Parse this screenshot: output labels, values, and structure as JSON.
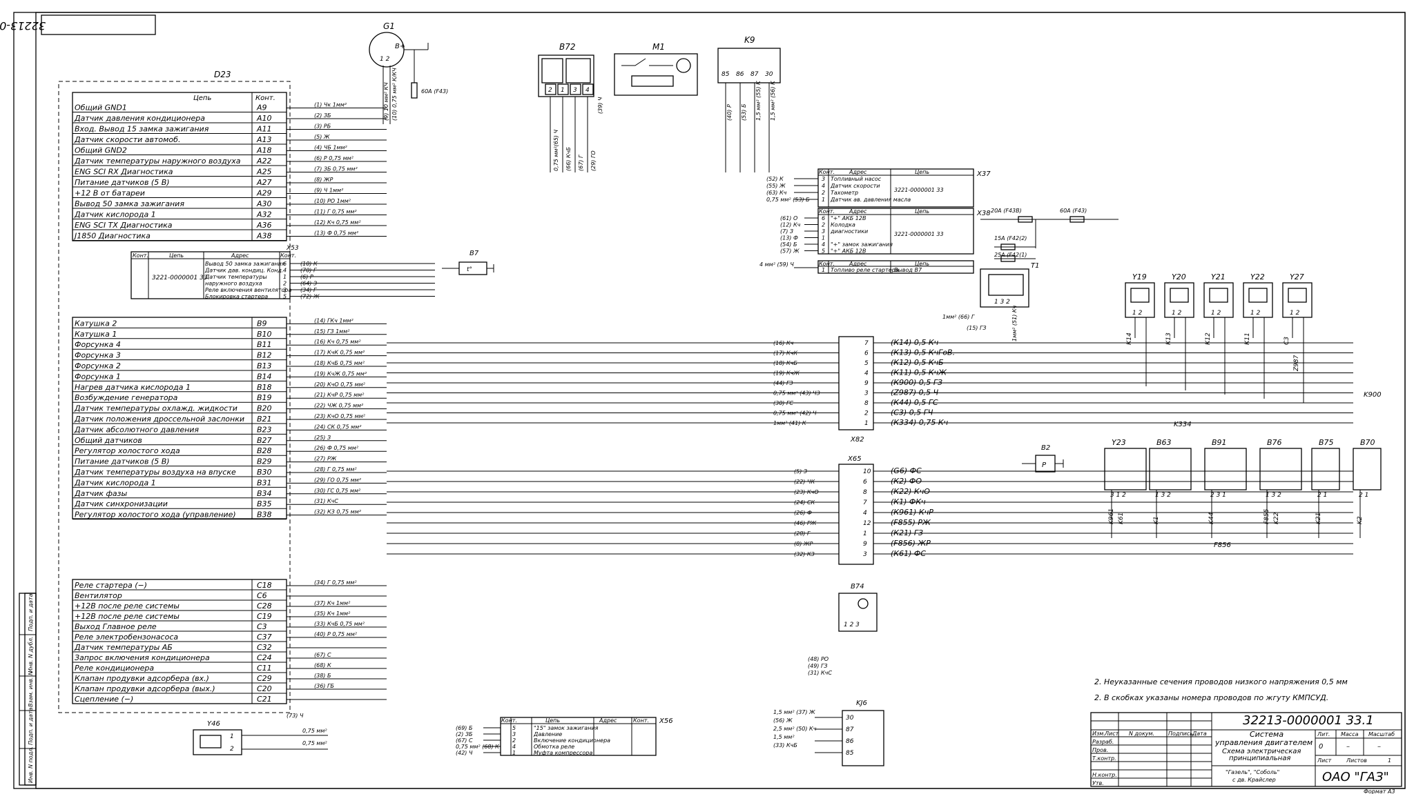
{
  "doc_code": "32213-0000001 33.1",
  "d23": {
    "title": "D23",
    "col_circuit": "Цепь",
    "col_contact": "Конт.",
    "group1": [
      {
        "name": "Общий GND1",
        "pin": "A9",
        "wire": "(1) Чк 1мм²"
      },
      {
        "name": "Датчик давления кондиционера",
        "pin": "A10",
        "wire": "(2) ЗБ"
      },
      {
        "name": "Вход. Вывод 15 замка зажигания",
        "pin": "A11",
        "wire": "(3) РБ"
      },
      {
        "name": "Датчик скорости автомоб.",
        "pin": "A13",
        "wire": "(5) Ж"
      },
      {
        "name": "Общий GND2",
        "pin": "A18",
        "wire": "(4) ЧБ 1мм²"
      },
      {
        "name": "Датчик температуры наружного воздуха",
        "pin": "A22",
        "wire": "(6) Р 0,75 мм²"
      },
      {
        "name": "ENG SCI RX Диагностика",
        "pin": "A25",
        "wire": "(7) ЗБ 0,75 мм²"
      },
      {
        "name": "Питание датчиков (5 В)",
        "pin": "A27",
        "wire": "(8) ЖР"
      },
      {
        "name": "+12 В от батареи",
        "pin": "A29",
        "wire": "(9) Ч 1мм²"
      },
      {
        "name": "Вывод 50 замка зажигания",
        "pin": "A30",
        "wire": "(10) РО 1мм²"
      },
      {
        "name": "Датчик кислорода 1",
        "pin": "A32",
        "wire": "(11) Г 0,75 мм²"
      },
      {
        "name": "ENG SCI TX Диагностика",
        "pin": "A36",
        "wire": "(12) Кч 0,75 мм²"
      },
      {
        "name": "J1850 Диагностика",
        "pin": "A38",
        "wire": "(13) Ф 0,75 мм²"
      }
    ],
    "group2": [
      {
        "name": "Катушка 2",
        "pin": "B9",
        "wire": "(14) ГКч 1мм²"
      },
      {
        "name": "Катушка 1",
        "pin": "B10",
        "wire": "(15) ГЗ 1мм²"
      },
      {
        "name": "Форсунка 4",
        "pin": "B11",
        "wire": "(16) Кч 0,75 мм²"
      },
      {
        "name": "Форсунка 3",
        "pin": "B12",
        "wire": "(17) КчК 0,75 мм²"
      },
      {
        "name": "Форсунка 2",
        "pin": "B13",
        "wire": "(18) КчБ 0,75 мм²"
      },
      {
        "name": "Форсунка 1",
        "pin": "B14",
        "wire": "(19) КчЖ 0,75 мм²"
      },
      {
        "name": "Нагрев датчика кислорода 1",
        "pin": "B18",
        "wire": "(20) КчО 0,75 мм²"
      },
      {
        "name": "Возбуждение генератора",
        "pin": "B19",
        "wire": "(21) КчР 0,75 мм²"
      },
      {
        "name": "Датчик температуры охлажд. жидкости",
        "pin": "B20",
        "wire": "(22) ЧЖ 0,75 мм²"
      },
      {
        "name": "Датчик положения дроссельной заслонки",
        "pin": "B21",
        "wire": "(23) КчО 0,75 мм²"
      },
      {
        "name": "Датчик абсолютного давления",
        "pin": "B23",
        "wire": "(24) СК 0,75 мм²"
      },
      {
        "name": "Общий датчиков",
        "pin": "B27",
        "wire": "(25) З"
      },
      {
        "name": "Регулятор холостого хода",
        "pin": "B28",
        "wire": "(26) Ф 0,75 мм²"
      },
      {
        "name": "Питание датчиков (5 В)",
        "pin": "B29",
        "wire": "(27) РЖ"
      },
      {
        "name": "Датчик температуры воздуха на впуске",
        "pin": "B30",
        "wire": "(28) Г 0,75 мм²"
      },
      {
        "name": "Датчик кислорода 1",
        "pin": "B31",
        "wire": "(29) ГО 0,75 мм²"
      },
      {
        "name": "Датчик фазы",
        "pin": "B34",
        "wire": "(30) ГС 0,75 мм²"
      },
      {
        "name": "Датчик синхронизации",
        "pin": "B35",
        "wire": "(31) КчС"
      },
      {
        "name": "Регулятор холостого хода (управление)",
        "pin": "B38",
        "wire": "(32) КЗ 0,75 мм²"
      }
    ],
    "group3": [
      {
        "name": "Реле стартера (−)",
        "pin": "C18",
        "wire": "(34) Г 0,75 мм²"
      },
      {
        "name": "Вентилятор",
        "pin": "C6",
        "wire": ""
      },
      {
        "name": "+12В после реле системы",
        "pin": "C28",
        "wire": "(37) Кч 1мм²"
      },
      {
        "name": "+12В после реле системы",
        "pin": "C19",
        "wire": "(35) Кч 1мм²"
      },
      {
        "name": "Выход Главное реле",
        "pin": "C3",
        "wire": "(33) КчБ 0,75 мм²"
      },
      {
        "name": "Реле электробензонасоса",
        "pin": "C37",
        "wire": "(40) Р 0,75 мм²"
      },
      {
        "name": "Датчик температуры АБ",
        "pin": "C32",
        "wire": ""
      },
      {
        "name": "Запрос включения кондиционера",
        "pin": "C24",
        "wire": "(67) С"
      },
      {
        "name": "Реле кондиционера",
        "pin": "C11",
        "wire": "(68) К"
      },
      {
        "name": "Клапан продувки адсорбера (вх.)",
        "pin": "C29",
        "wire": "(38) Б"
      },
      {
        "name": "Клапан продувки адсорбера (вых.)",
        "pin": "C20",
        "wire": "(36) ГБ"
      },
      {
        "name": "Сцепление (−)",
        "pin": "C21",
        "wire": ""
      }
    ]
  },
  "g1": {
    "title": "G1",
    "plus": "B+",
    "pins": "1 2",
    "wires": [
      "(9) 10 мм² КЧ",
      "(10) 0,75 мм² К/КЧ"
    ],
    "fuse": "60А (F43)"
  },
  "b72": {
    "title": "B72",
    "pins": [
      "2",
      "1",
      "3",
      "4"
    ],
    "wires": [
      "0,75 мм²(65) Ч",
      "(66) КчБ",
      "(67) Г",
      "(29) ГО"
    ]
  },
  "m1": {
    "title": "M1",
    "wire": "(39) Ч"
  },
  "k9": {
    "title": "K9",
    "pins": [
      "85",
      "86",
      "87",
      "30"
    ],
    "wires": [
      "(40) Р",
      "(53) Б",
      "1,5 мм² (55) К",
      "1,5 мм² (56) К"
    ]
  },
  "x37": {
    "title": "X37",
    "col_contact": "Конт.",
    "col_address": "Адрес",
    "col_circuit": "Цепь",
    "rows": [
      {
        "pin": "3",
        "addr": "Топливный насос",
        "wire": "(52) К"
      },
      {
        "pin": "4",
        "addr": "Датчик скорости",
        "wire": "(55) Ж"
      },
      {
        "pin": "2",
        "addr": "Тахометр",
        "wire": "(63) Кч"
      },
      {
        "pin": "1",
        "addr": "Датчик ав. давления масла",
        "wire": "0,75 мм² (53) Б"
      }
    ],
    "circuit": "3221-0000001 33"
  },
  "x38": {
    "title": "X38",
    "col_contact": "Конт.",
    "col_address": "Адрес",
    "col_circuit": "Цепь",
    "rows": [
      {
        "pin": "6",
        "addr": "\"+\" АКБ 12В",
        "wire": "(61) О"
      },
      {
        "pin": "2",
        "addr": "Колодка",
        "wire": "(12) Кч"
      },
      {
        "pin": "3",
        "addr": "диагностики",
        "wire": "(7) З"
      },
      {
        "pin": "1",
        "addr": "",
        "wire": "(13) Ф"
      },
      {
        "pin": "4",
        "addr": "\"+\" замок зажигания",
        "wire": "(54) Б"
      },
      {
        "pin": "5",
        "addr": "\"+\" АКБ 12В",
        "wire": "(57) Ж"
      }
    ],
    "circuit": "3221-0000001 33"
  },
  "x_b7": {
    "col_contact": "Конт.",
    "col_address": "Адрес",
    "col_circuit": "Цепь",
    "pin": "1",
    "addr": "Топливо реле стартера",
    "circuit": "Вывод В7",
    "wire": "4 мм² (59) Ч"
  },
  "x53": {
    "title": "X53",
    "col_contact": "Конт.",
    "col_circuit": "Цепь",
    "col_address": "Адрес",
    "col_pin": "Конт.",
    "circuit": "3221-0000001 33",
    "rows": [
      {
        "addr": "Вывод 50 замка зажигания",
        "pin": "6",
        "wire": "(10) К"
      },
      {
        "addr": "Датчик дав. кондиц. Конд.",
        "pin": "4",
        "wire": "(70) Г"
      },
      {
        "addr": "Датчик температуры",
        "pin": "1",
        "wire": "(6) Р"
      },
      {
        "addr": "наружного воздуха",
        "pin": "2",
        "wire": "(64) З"
      },
      {
        "addr": "Реле включения вентилятора",
        "pin": "3",
        "wire": "(34) Г"
      },
      {
        "addr": "Блокировка стартера",
        "pin": "5",
        "wire": "(72) Ж"
      }
    ]
  },
  "b7": {
    "title": "B7",
    "label": "t°"
  },
  "fuses": [
    {
      "label": "20А (F43В)"
    },
    {
      "label": "60А (F43)"
    },
    {
      "label": "15А (F42(2)"
    },
    {
      "label": "25А (F42(1)"
    }
  ],
  "t1": {
    "title": "T1",
    "pins": "1 3 2",
    "wires": [
      "1мм² (66) Г",
      "(15) ГЗ",
      "1мм² (51) Кч"
    ]
  },
  "injectors": [
    {
      "title": "Y19",
      "pins": "1 2",
      "wire": "К14"
    },
    {
      "title": "Y20",
      "pins": "1 2",
      "wire": "К13"
    },
    {
      "title": "Y21",
      "pins": "1 2",
      "wire": "К12"
    },
    {
      "title": "Y22",
      "pins": "1 2",
      "wire": "К11"
    },
    {
      "title": "Y27",
      "pins": "1 2",
      "wire": "С3"
    }
  ],
  "extra_wire_labels": {
    "z987": "Z987",
    "k900": "K900",
    "k334": "K334"
  },
  "x82": {
    "title": "X82",
    "rows": [
      {
        "in": "(16) Кч",
        "pin": "7",
        "out": "(К14) 0,5 Кч"
      },
      {
        "in": "(17) КчК",
        "pin": "6",
        "out": "(К13) 0,5 КчГоВ."
      },
      {
        "in": "(18) КчБ",
        "pin": "5",
        "out": "(К12) 0,5 КчБ"
      },
      {
        "in": "(19) КчЖ",
        "pin": "4",
        "out": "(К11) 0,5 КчЖ"
      },
      {
        "in": "(44) ГЗ",
        "pin": "9",
        "out": "(К900) 0,5 ГЗ"
      },
      {
        "in": "0,75 мм² (43) ЧЗ",
        "pin": "3",
        "out": "(Z987) 0,5 Ч"
      },
      {
        "in": "(30) ГС",
        "pin": "8",
        "out": "(К44) 0,5 ГС"
      },
      {
        "in": "0,75 мм² (42) Ч",
        "pin": "2",
        "out": "(С3) 0,5 ГЧ"
      },
      {
        "in": "1мм² (41) К",
        "pin": "1",
        "out": "(К334) 0,75 Кч"
      }
    ]
  },
  "x65": {
    "title": "X65",
    "rows": [
      {
        "in": "(5) З",
        "pin": "10",
        "out": "(G6) ФС"
      },
      {
        "in": "(22) ЧК",
        "pin": "6",
        "out": "(К2) ФО"
      },
      {
        "in": "(23) КчО",
        "pin": "8",
        "out": "(К22) КчО"
      },
      {
        "in": "(24) СК",
        "pin": "7",
        "out": "(К1) ФКч"
      },
      {
        "in": "(26) Ф",
        "pin": "4",
        "out": "(К961) КчР"
      },
      {
        "in": "(46) РЖ",
        "pin": "12",
        "out": "(F855) РЖ"
      },
      {
        "in": "(28) Г",
        "pin": "1",
        "out": "(К21) ГЗ"
      },
      {
        "in": "(8) ЖР",
        "pin": "9",
        "out": "(F856) ЖР"
      },
      {
        "in": "(32) КЗ",
        "pin": "3",
        "out": "(К61) ФС"
      }
    ]
  },
  "b2": {
    "title": "B2",
    "label": "P"
  },
  "sensors": [
    {
      "title": "Y23",
      "pins": "3 1 2",
      "wires": [
        "K961",
        "K61"
      ]
    },
    {
      "title": "B63",
      "pins": "1 3 2",
      "wires": [
        "K1"
      ]
    },
    {
      "title": "B91",
      "pins": "2 3 1",
      "wires": [
        "K44"
      ]
    },
    {
      "title": "B76",
      "pins": "1 3 2",
      "wires": [
        "F855",
        "K22"
      ]
    },
    {
      "title": "B75",
      "pins": "2 1",
      "wires": [
        "K21"
      ]
    },
    {
      "title": "B70",
      "pins": "2 1",
      "wires": [
        "K2"
      ]
    }
  ],
  "f856_label": "F856",
  "b74": {
    "title": "B74",
    "pins": "1 2 3",
    "wires": [
      "(48) РО",
      "(49) ГЗ",
      "(31) КчС"
    ]
  },
  "k36": {
    "title": "KJ6",
    "pins": [
      "30",
      "87",
      "86",
      "85"
    ],
    "wires": [
      "1,5 мм² (37) Ж",
      "(56) Ж",
      "2,5 мм² (50) Кч",
      "1,5 мм²",
      "(33) КчБ"
    ]
  },
  "x56": {
    "title": "X56",
    "col_contact": "Конт.",
    "col_circuit": "Цепь",
    "col_address": "Адрес",
    "col_pin": "Конт.",
    "rows": [
      {
        "wire": "(69) Б",
        "pin": "5",
        "name": "\"15\" замок зажигания"
      },
      {
        "wire": "(2) ЗБ",
        "pin": "3",
        "name": "Давление"
      },
      {
        "wire": "(67) С",
        "pin": "2",
        "name": "Включение кондиционера"
      },
      {
        "wire": "0,75 мм² (68) К",
        "pin": "4",
        "name": "Обмотка реле"
      },
      {
        "wire": "(42) Ч",
        "pin": "1",
        "name": "Муфта компрессора"
      }
    ]
  },
  "y46": {
    "title": "Y46",
    "pins": [
      "1",
      "2"
    ],
    "wires": [
      "(73) Ч",
      "0,75 мм²",
      "0,75 мм²"
    ]
  },
  "notes": [
    "2. Неуказанные сечения проводов низкого напряжения 0,5 мм",
    "2. В скобках указаны номера проводов по жгуту КМПСУД."
  ],
  "title_block": {
    "code": "32213-0000001 33.1",
    "name1": "Система",
    "name2": "управления двигателем",
    "name3": "Схема электрическая",
    "name4": "принципиальная",
    "models": "\"Газель\", \"Соболь\"",
    "engine": "с дв. Крайслер",
    "company": "ОАО \"ГАЗ\"",
    "format": "Формат А3",
    "col_lit": "Лит.",
    "col_mass": "Масса",
    "col_scale": "Масштаб",
    "col_sheet": "Лист",
    "col_sheets": "Листов",
    "sheets_val": "1",
    "dash1": "–",
    "dash2": "–",
    "lit_val": "0",
    "rows": [
      "Изм.",
      "Лист",
      "N докум.",
      "Подпись",
      "Дата"
    ],
    "roles": [
      "Разраб.",
      "Пров.",
      "Т.контр.",
      "",
      "Н.контр.",
      "Утв."
    ]
  },
  "side_stamp": [
    "Подп. и дата",
    "Инв. N дубл.",
    "Взам. инв. N",
    "Подп. и дата",
    "Инв. N подл."
  ]
}
